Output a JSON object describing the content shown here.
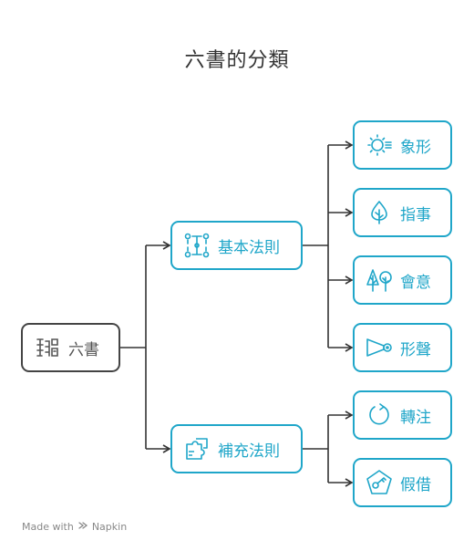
{
  "title": "六書的分類",
  "root": {
    "label": "六書",
    "icon": "calligraphy-characters-icon"
  },
  "groups": [
    {
      "label": "基本法則",
      "icon": "skeleton-structure-icon",
      "children": [
        {
          "label": "象形",
          "icon": "sun-rays-icon"
        },
        {
          "label": "指事",
          "icon": "tree-pointer-icon"
        },
        {
          "label": "會意",
          "icon": "trees-icon"
        },
        {
          "label": "形聲",
          "icon": "horn-sound-icon"
        }
      ]
    },
    {
      "label": "補充法則",
      "icon": "puzzle-piece-icon",
      "children": [
        {
          "label": "轉注",
          "icon": "circular-arrow-icon"
        },
        {
          "label": "假借",
          "icon": "key-pentagon-icon"
        }
      ]
    }
  ],
  "watermark": {
    "prefix": "Made with",
    "brand": "Napkin",
    "icon": "napkin-logo-icon"
  },
  "colors": {
    "accent": "#1fa6c9",
    "root_border": "#444444",
    "connector": "#333333"
  }
}
